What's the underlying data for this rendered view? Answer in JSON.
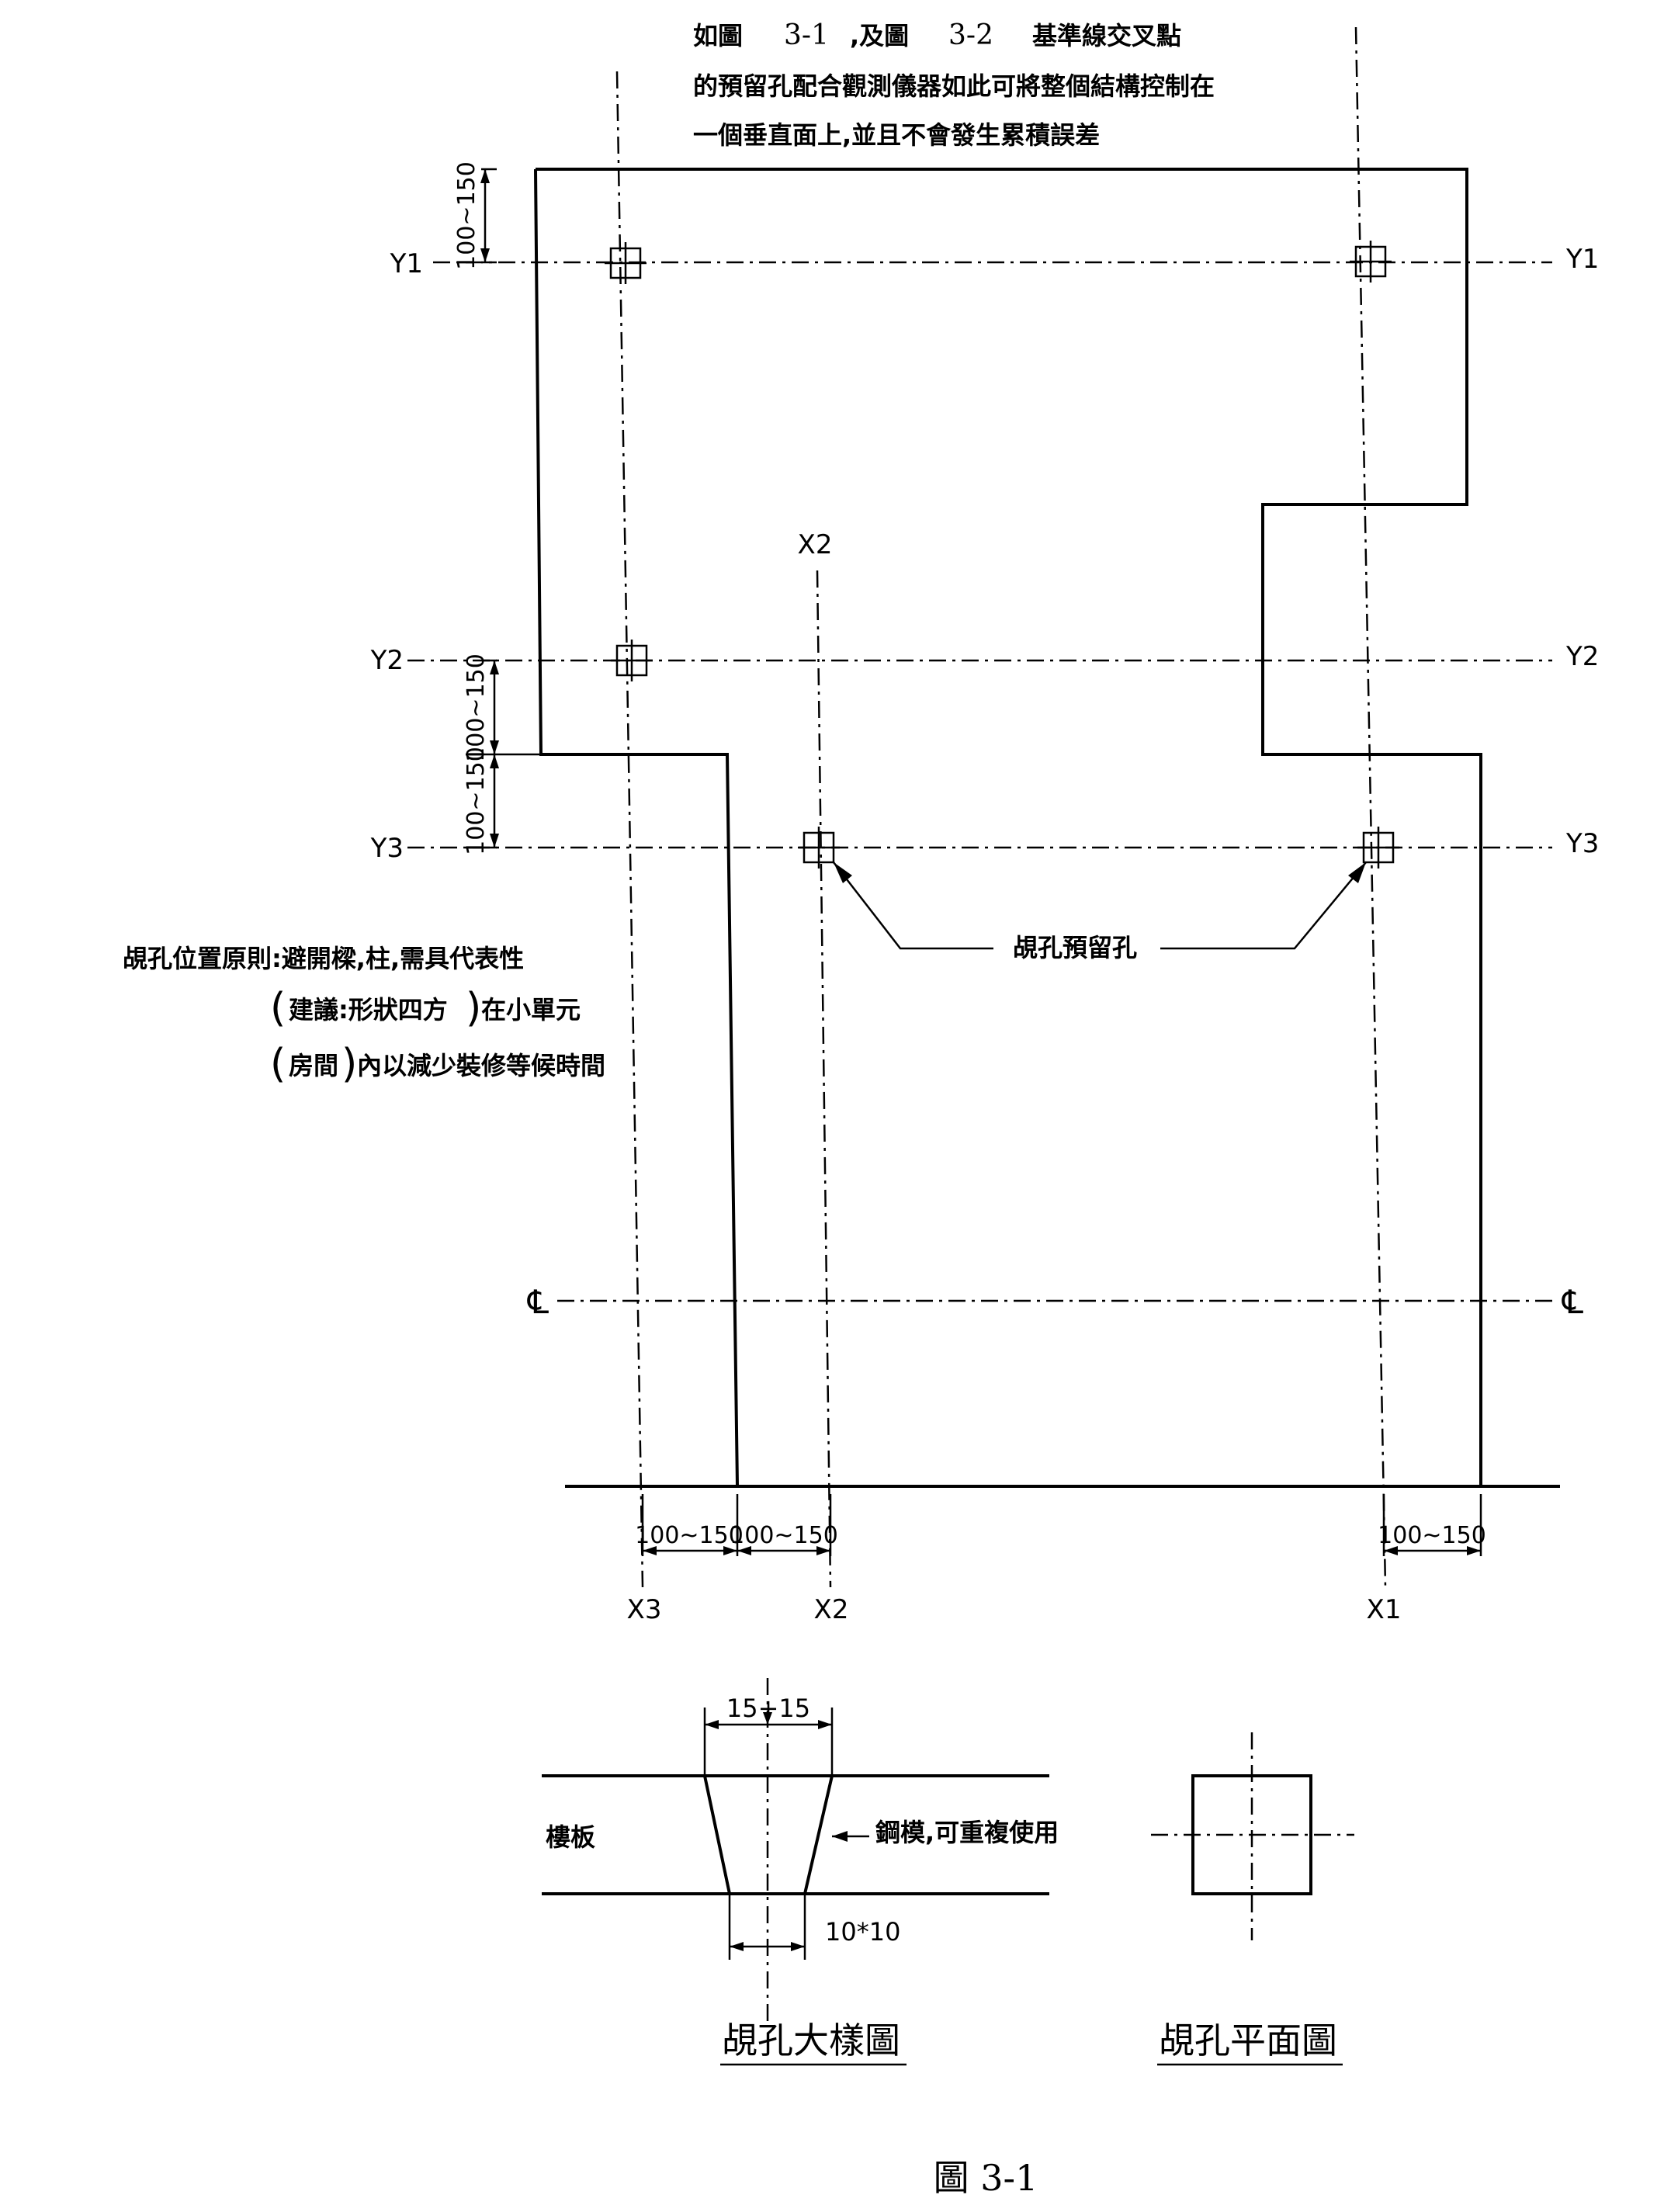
{
  "notes": {
    "top_line1_a": "如圖",
    "top_line1_b": "3-1",
    "top_line1_c": ",及圖",
    "top_line1_d": "3-2",
    "top_line1_e": "基準線交叉點",
    "top_line2": "的預留孔配合觀測儀器如此可將整個結構控制在",
    "top_line3": "一個垂直面上,並且不會發生累積誤差",
    "left_line1": "覘孔位置原則:避開樑,柱,需具代表性",
    "left_line2_a": "(",
    "left_line2_b": "建議:形狀四方",
    "left_line2_c": ")",
    "left_line2_d": "在小單元",
    "left_line3_a": "(",
    "left_line3_b": "房間",
    "left_line3_c": ")",
    "left_line3_d": "內以減少裝修等候時間",
    "hole_callout": "覘孔預留孔"
  },
  "grid": {
    "y1_left": "Y1",
    "y1_right": "Y1",
    "y2_left": "Y2",
    "y2_right": "Y2",
    "y3_left": "Y3",
    "y3_right": "Y3",
    "cl_left": "℄",
    "cl_right": "℄",
    "x2_top": "X2",
    "x3_bottom": "X3",
    "x2_bottom": "X2",
    "x1_bottom": "X1"
  },
  "dims": {
    "d_y1": "100~150",
    "d_y2": "100~150",
    "d_y3": "100~150",
    "d_x3": "100~150",
    "d_x2": "100~150",
    "d_x1": "100~150"
  },
  "detail": {
    "top_dim": "15+15",
    "bottom_dim": "10*10",
    "slab_label": "樓板",
    "mold_label": "鋼模,可重複使用",
    "section_title": "覘孔大樣圖",
    "plan_title": "覘孔平面圖"
  },
  "figure_caption": "圖 3-1"
}
